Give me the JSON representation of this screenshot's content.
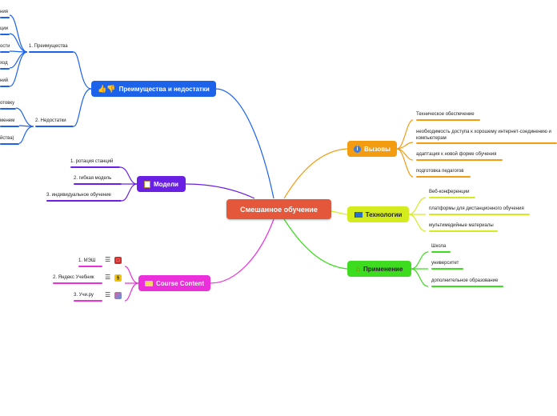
{
  "colors": {
    "center": "#e4573a",
    "challenges": "#f39c12",
    "tech": "#d4ec1e",
    "application": "#3ddc1e",
    "pros_cons": "#1c63ea",
    "models": "#6a1fe5",
    "content": "#ea2fdb"
  },
  "center": {
    "label": "Смешанное обучение"
  },
  "challenges": {
    "label": "Вызовы",
    "icon": "info-icon",
    "items": [
      "Техническое обеспечение",
      "необходимость доступа к хорошему интернет-соединению и компьютерам",
      "адаптация к новой форме обучения",
      "подготовка педагогов"
    ]
  },
  "tech": {
    "label": "Технологии",
    "icon": "flag-icon",
    "items": [
      "Веб-конференции",
      "платформы для дистанционного обучения",
      "мультимедийные материалы"
    ]
  },
  "application": {
    "label": "Применение",
    "icon": "house-icon",
    "items": [
      "Школа",
      "университет",
      "дополнительное образование"
    ]
  },
  "pros_cons": {
    "label": "Преимущества и недостатки",
    "icon": "thumbs-icon",
    "advantages_label": "1.  Преимущества",
    "disadvantages_label": "2.  Недостатки",
    "advantage_items": [
      "ния",
      "ции",
      "ости",
      "ход",
      "ний"
    ],
    "disadvantage_items": [
      "отовку",
      "менем",
      "йства)"
    ]
  },
  "models": {
    "label": "Модели",
    "icon": "clipboard-icon",
    "items": [
      "1.  ротация станций",
      "2.  гибкая модель",
      "3.   индивидуальное обучение"
    ]
  },
  "content": {
    "label": "Course Content",
    "icon": "folder-icon",
    "items": [
      "1.  МЭШ",
      "2.  Яндекс Учебник",
      "3.  Учи.ру"
    ]
  }
}
